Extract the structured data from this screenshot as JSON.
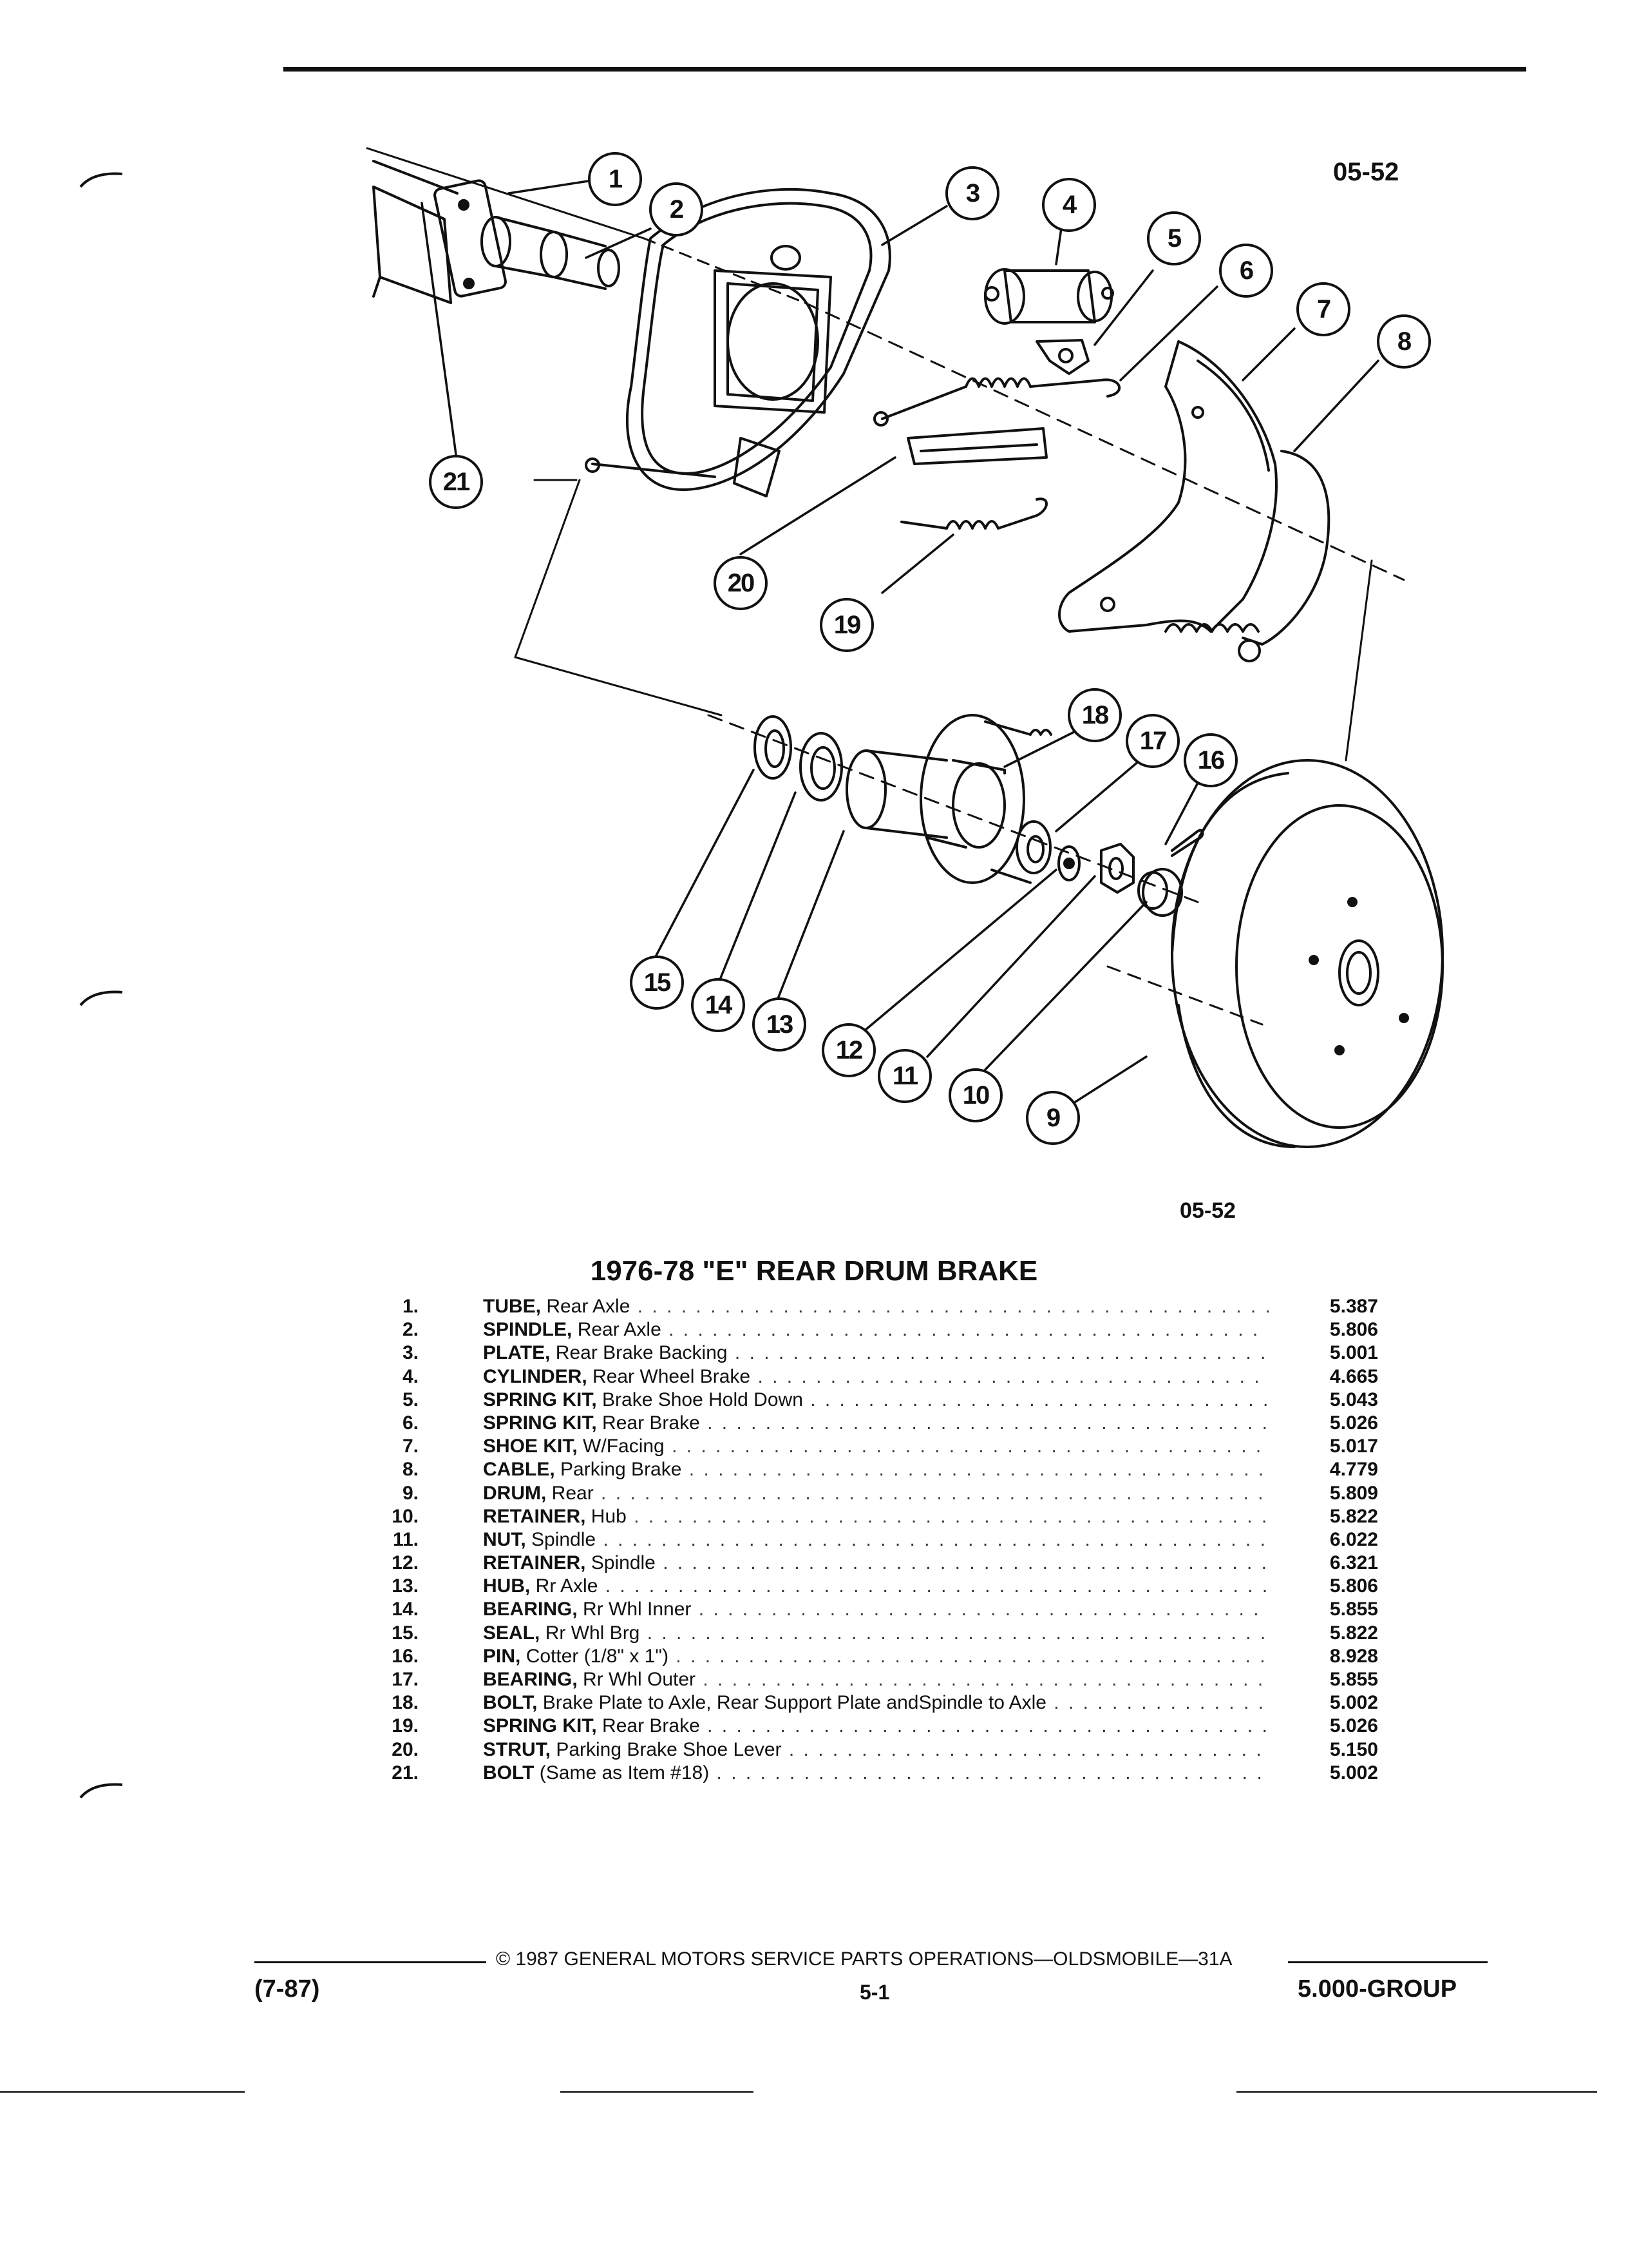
{
  "figure_code_top": "05-52",
  "figure_code_bottom": "05-52",
  "title": "1976-78 \"E\" REAR DRUM BRAKE",
  "callouts": [
    "1",
    "2",
    "3",
    "4",
    "5",
    "6",
    "7",
    "8",
    "9",
    "10",
    "11",
    "12",
    "13",
    "14",
    "15",
    "16",
    "17",
    "18",
    "19",
    "20",
    "21"
  ],
  "parts": [
    {
      "num": "1.",
      "name": "TUBE,",
      "rest": " Rear Axle",
      "code": "5.387"
    },
    {
      "num": "2.",
      "name": "SPINDLE,",
      "rest": " Rear Axle",
      "code": "5.806"
    },
    {
      "num": "3.",
      "name": "PLATE,",
      "rest": " Rear Brake Backing",
      "code": "5.001"
    },
    {
      "num": "4.",
      "name": "CYLINDER,",
      "rest": " Rear Wheel Brake",
      "code": "4.665"
    },
    {
      "num": "5.",
      "name": "SPRING KIT,",
      "rest": " Brake Shoe Hold Down",
      "code": "5.043"
    },
    {
      "num": "6.",
      "name": "SPRING KIT,",
      "rest": " Rear Brake",
      "code": "5.026"
    },
    {
      "num": "7.",
      "name": "SHOE KIT,",
      "rest": " W/Facing",
      "code": "5.017"
    },
    {
      "num": "8.",
      "name": "CABLE,",
      "rest": " Parking Brake",
      "code": "4.779"
    },
    {
      "num": "9.",
      "name": "DRUM,",
      "rest": " Rear",
      "code": "5.809"
    },
    {
      "num": "10.",
      "name": "RETAINER,",
      "rest": " Hub",
      "code": "5.822"
    },
    {
      "num": "11.",
      "name": "NUT,",
      "rest": " Spindle",
      "code": "6.022"
    },
    {
      "num": "12.",
      "name": "RETAINER,",
      "rest": " Spindle",
      "code": "6.321"
    },
    {
      "num": "13.",
      "name": "HUB,",
      "rest": " Rr Axle",
      "code": "5.806"
    },
    {
      "num": "14.",
      "name": "BEARING,",
      "rest": " Rr Whl Inner",
      "code": "5.855"
    },
    {
      "num": "15.",
      "name": "SEAL,",
      "rest": " Rr Whl Brg",
      "code": "5.822"
    },
    {
      "num": "16.",
      "name": "PIN,",
      "rest": " Cotter (1/8\" x 1\")",
      "code": "8.928"
    },
    {
      "num": "17.",
      "name": "BEARING,",
      "rest": " Rr Whl Outer",
      "code": "5.855"
    },
    {
      "num": "18.",
      "name": "BOLT,",
      "rest": " Brake Plate to Axle, Rear Support Plate andSpindle to Axle",
      "code": "5.002"
    },
    {
      "num": "19.",
      "name": "SPRING KIT,",
      "rest": " Rear Brake",
      "code": "5.026"
    },
    {
      "num": "20.",
      "name": "STRUT,",
      "rest": " Parking Brake Shoe Lever",
      "code": "5.150"
    },
    {
      "num": "21.",
      "name": "BOLT",
      "rest": " (Same as Item #18)",
      "code": "5.002"
    }
  ],
  "footer": {
    "copyright": "© 1987 GENERAL MOTORS SERVICE PARTS OPERATIONS—OLDSMOBILE—31A",
    "date_code": "(7-87)",
    "page": "5-1",
    "group": "5.000-GROUP"
  }
}
